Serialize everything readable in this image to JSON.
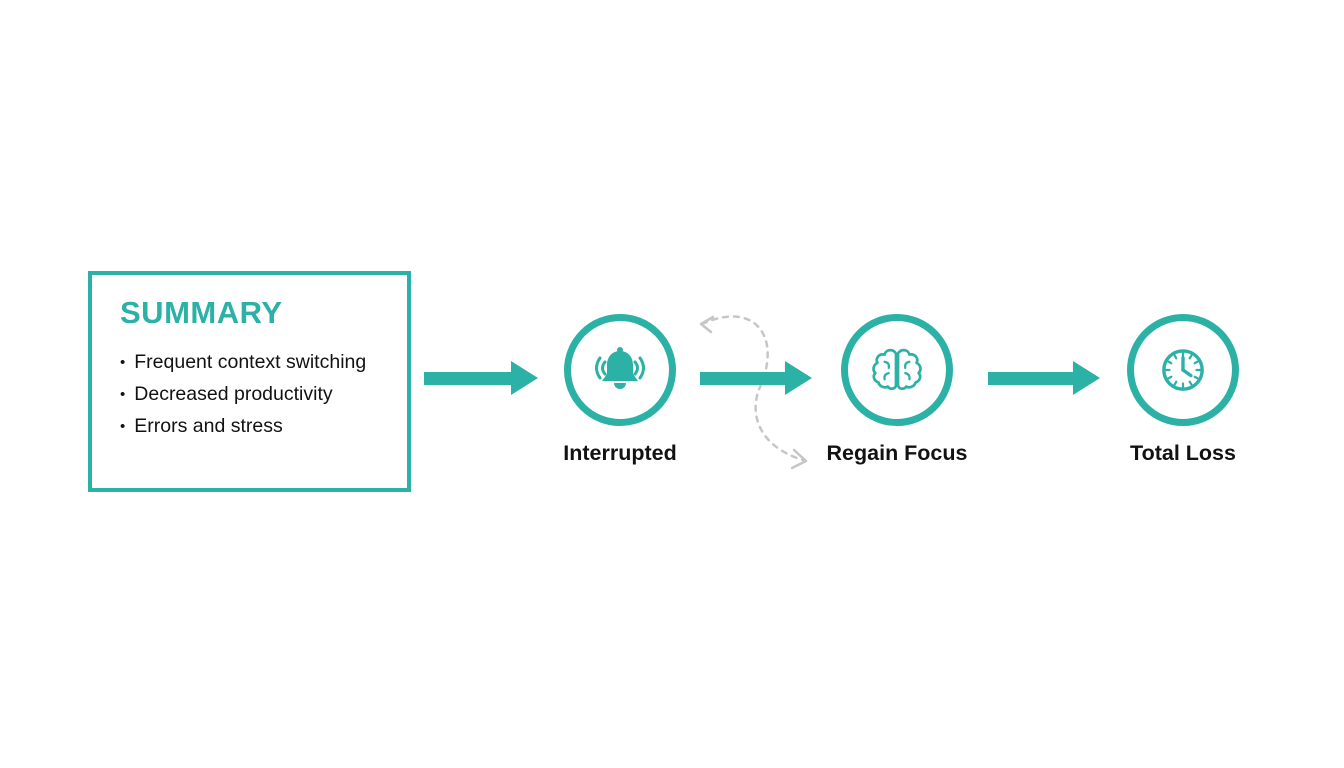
{
  "colors": {
    "accent": "#2cb1a6",
    "text": "#121212",
    "dashed_arrow": "#c6c6c6",
    "background": "#ffffff"
  },
  "summary": {
    "title": "SUMMARY",
    "bullets": [
      "Frequent context switching",
      "Decreased productivity",
      "Errors and stress"
    ]
  },
  "flow": {
    "steps": [
      {
        "label": "Interrupted",
        "icon": "bell-icon"
      },
      {
        "label": "Regain Focus",
        "icon": "brain-icon"
      },
      {
        "label": "Total Loss",
        "icon": "clock-icon"
      }
    ]
  }
}
